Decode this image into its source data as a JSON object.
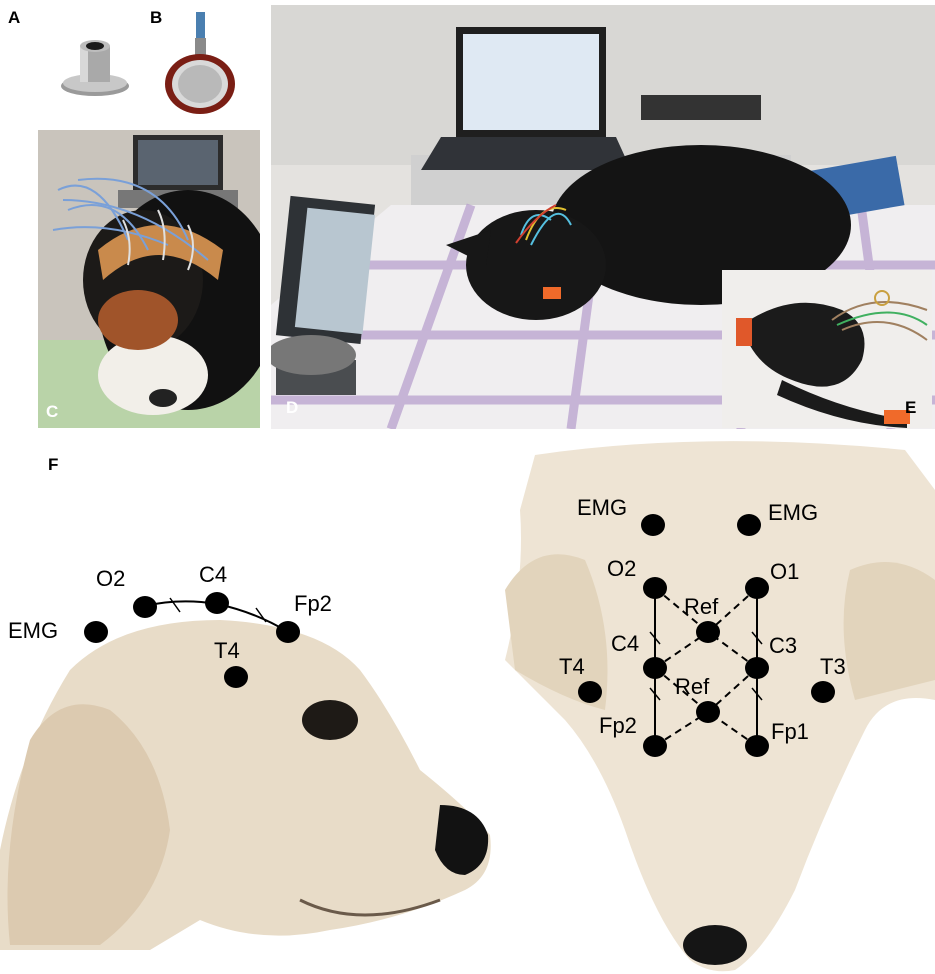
{
  "panels": {
    "a": "A",
    "b": "B",
    "c": "C",
    "d": "D",
    "e": "E",
    "f": "F"
  },
  "side_view": {
    "labels": [
      "O2",
      "C4",
      "Fp2",
      "EMG",
      "T4"
    ]
  },
  "top_view": {
    "labels": [
      "EMG",
      "EMG",
      "O2",
      "O1",
      "Ref",
      "C4",
      "C3",
      "T4",
      "T3",
      "Ref",
      "Fp2",
      "Fp1"
    ]
  }
}
